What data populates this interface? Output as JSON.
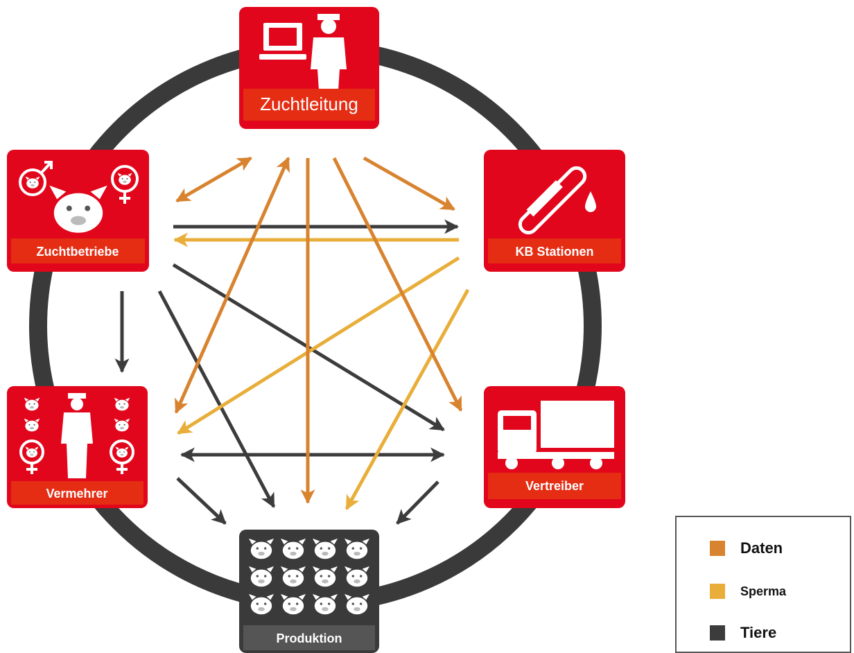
{
  "nodes": {
    "zuchtleitung": {
      "label": "Zuchtleitung"
    },
    "zuchtbetriebe": {
      "label": "Zuchtbetriebe"
    },
    "kb_stationen": {
      "label": "KB Stationen"
    },
    "vermehrer": {
      "label": "Vermehrer"
    },
    "vertreiber": {
      "label": "Vertreiber"
    },
    "produktion": {
      "label": "Produktion"
    }
  },
  "legend": [
    {
      "label": "Daten",
      "color": "#d8832f"
    },
    {
      "label": "Sperma",
      "color": "#e9ae3a"
    },
    {
      "label": "Tiere",
      "color": "#3c3c3c"
    }
  ],
  "colors": {
    "node_red": "#e1061b",
    "label_bar": "#e52d14",
    "node_dark": "#3a3a3a",
    "ring": "#3a3a3a",
    "daten": "#d8832f",
    "sperma": "#e9ae3a",
    "tiere": "#3c3c3c"
  },
  "flows": [
    {
      "from": "zuchtleitung",
      "to": "zuchtbetriebe",
      "type": "daten",
      "bidirectional": true
    },
    {
      "from": "zuchtleitung",
      "to": "kb_stationen",
      "type": "daten",
      "bidirectional": false
    },
    {
      "from": "zuchtleitung",
      "to": "produktion",
      "type": "daten",
      "bidirectional": false
    },
    {
      "from": "zuchtleitung",
      "to": "vertreiber",
      "type": "daten",
      "bidirectional": false
    },
    {
      "from": "zuchtleitung",
      "to": "vermehrer",
      "type": "daten",
      "bidirectional": true
    },
    {
      "from": "zuchtbetriebe",
      "to": "kb_stationen",
      "type": "tiere",
      "bidirectional": false
    },
    {
      "from": "kb_stationen",
      "to": "zuchtbetriebe",
      "type": "sperma",
      "bidirectional": false
    },
    {
      "from": "kb_stationen",
      "to": "vermehrer",
      "type": "sperma",
      "bidirectional": false
    },
    {
      "from": "kb_stationen",
      "to": "produktion",
      "type": "sperma",
      "bidirectional": false
    },
    {
      "from": "zuchtbetriebe",
      "to": "vermehrer",
      "type": "tiere",
      "bidirectional": false
    },
    {
      "from": "zuchtbetriebe",
      "to": "vertreiber",
      "type": "tiere",
      "bidirectional": false
    },
    {
      "from": "zuchtbetriebe",
      "to": "produktion",
      "type": "tiere",
      "bidirectional": false
    },
    {
      "from": "vermehrer",
      "to": "vertreiber",
      "type": "tiere",
      "bidirectional": true
    },
    {
      "from": "vermehrer",
      "to": "produktion",
      "type": "tiere",
      "bidirectional": false
    },
    {
      "from": "vertreiber",
      "to": "produktion",
      "type": "tiere",
      "bidirectional": false
    }
  ]
}
